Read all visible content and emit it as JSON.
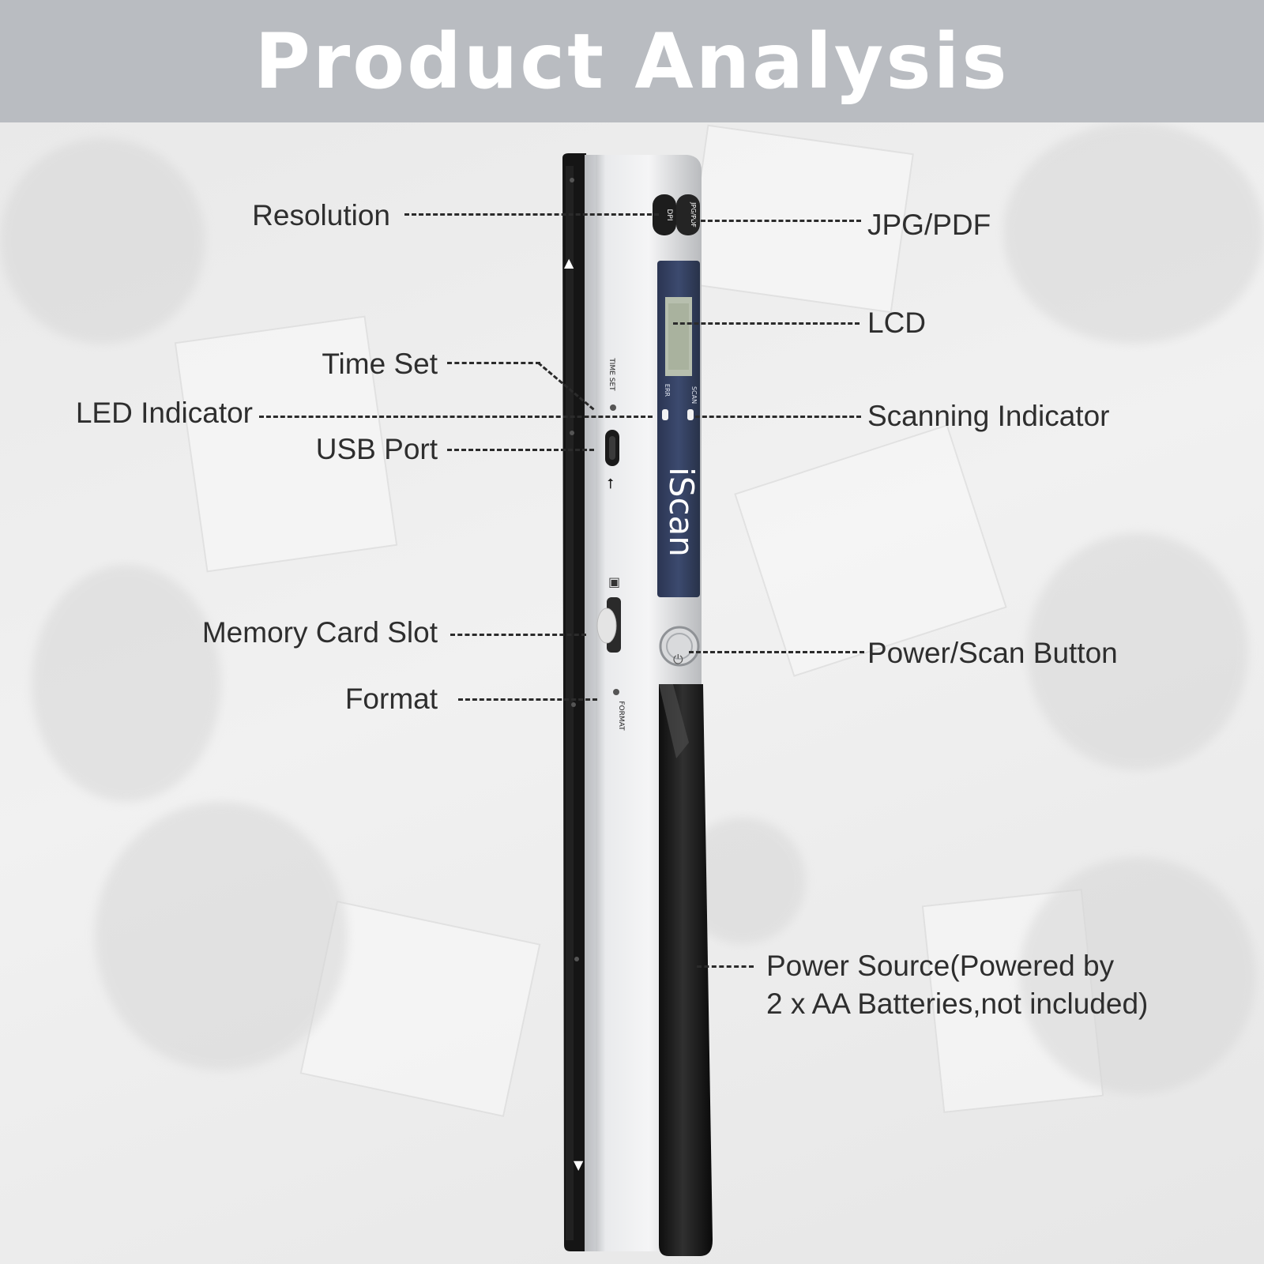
{
  "header": {
    "title": "Product Analysis"
  },
  "device": {
    "brand": "iScan",
    "button_dpi": "DPI",
    "button_format": "JPG/PDF",
    "label_time_set": "TIME SET",
    "label_format": "FORMAT",
    "label_scan": "SCAN",
    "label_err": "ERR"
  },
  "callouts": {
    "resolution": "Resolution",
    "jpg_pdf": "JPG/PDF",
    "lcd": "LCD",
    "time_set": "Time Set",
    "led_indicator": "LED Indicator",
    "scanning_indicator": "Scanning Indicator",
    "usb_port": "USB Port",
    "memory_card_slot": "Memory Card Slot",
    "power_scan_button": "Power/Scan Button",
    "format": "Format",
    "power_source_line1": "Power Source(Powered by",
    "power_source_line2": "2 x AA Batteries,not included)"
  }
}
